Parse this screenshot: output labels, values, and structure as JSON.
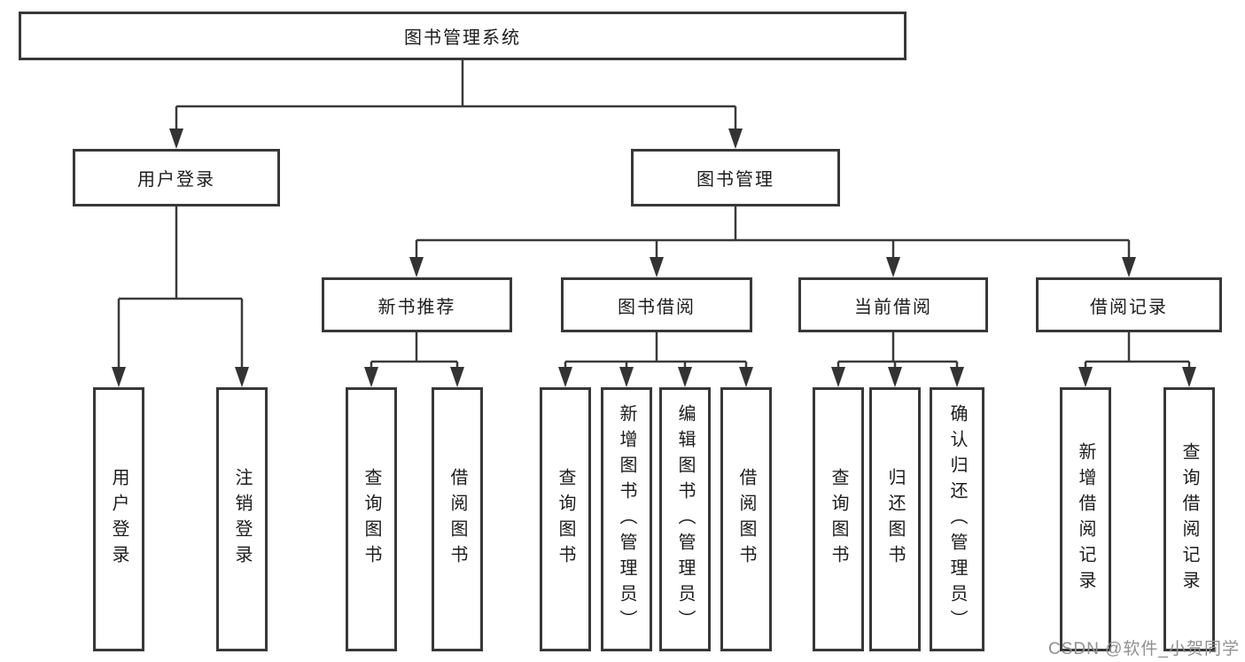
{
  "diagram": {
    "root": {
      "label": "图书管理系统"
    },
    "user_login": {
      "label": "用户登录",
      "children": [
        {
          "label": "用户登录"
        },
        {
          "label": "注销登录"
        }
      ]
    },
    "book_management": {
      "label": "图书管理",
      "sections": [
        {
          "label": "新书推荐",
          "children": [
            {
              "label": "查询图书"
            },
            {
              "label": "借阅图书"
            }
          ]
        },
        {
          "label": "图书借阅",
          "children": [
            {
              "label": "查询图书"
            },
            {
              "label": "新增图书（管理员）"
            },
            {
              "label": "编辑图书（管理员）"
            },
            {
              "label": "借阅图书"
            }
          ]
        },
        {
          "label": "当前借阅",
          "children": [
            {
              "label": "查询图书"
            },
            {
              "label": "归还图书"
            },
            {
              "label": "确认归还（管理员）"
            }
          ]
        },
        {
          "label": "借阅记录",
          "children": [
            {
              "label": "新增借阅记录"
            },
            {
              "label": "查询借阅记录"
            }
          ]
        }
      ]
    }
  },
  "watermark": {
    "text": "CSDN @软件_小贺同学"
  },
  "colors": {
    "line": "#3a3a3a",
    "border": "#383838",
    "text": "#1c1c1c",
    "watermark": "#909090",
    "background": "#ffffff"
  }
}
